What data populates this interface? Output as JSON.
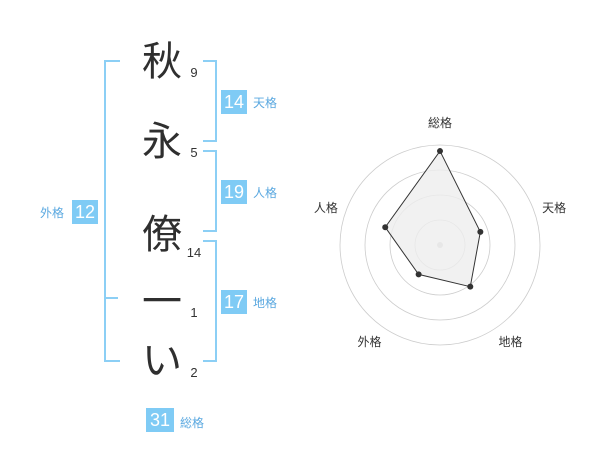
{
  "name": {
    "chars": [
      "秋",
      "永",
      "僚",
      "一",
      "い"
    ],
    "strokes": [
      "9",
      "5",
      "14",
      "1",
      "2"
    ]
  },
  "fortunes": {
    "tenkaku": {
      "value": "14",
      "label": "天格"
    },
    "jinkaku": {
      "value": "19",
      "label": "人格"
    },
    "chikaku": {
      "value": "17",
      "label": "地格"
    },
    "gaikaku": {
      "value": "12",
      "label": "外格"
    },
    "soukaku": {
      "value": "31",
      "label": "総格"
    }
  },
  "chart_data": {
    "type": "radar",
    "axes": [
      "総格",
      "天格",
      "地格",
      "外格",
      "人格"
    ],
    "values": [
      31,
      14,
      17,
      12,
      19
    ],
    "rings": 4,
    "colors": {
      "fill": "#eeeeee",
      "line": "#333333",
      "point": "#333333",
      "ring": "#cccccc"
    }
  },
  "colors": {
    "accent": "#7fcbf5",
    "bracket": "#8ccff5",
    "label": "#5aa8e0"
  }
}
